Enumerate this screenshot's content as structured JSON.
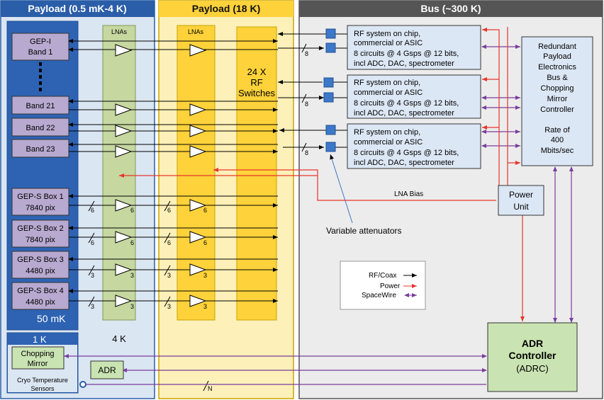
{
  "panels": {
    "payload_cold": "Payload (0.5 mK-4 K)",
    "payload_18k": "Payload (18 K)",
    "bus": "Bus (~300 K)"
  },
  "temps": {
    "t50mk": "50 mK",
    "t4k": "4 K",
    "t1k": "1 K"
  },
  "lna_headers": [
    "LNAs",
    "LNAs"
  ],
  "gep_i": {
    "band1_line1": "GEP-I",
    "band1_line2": "Band 1",
    "bands": [
      "Band 21",
      "Band 22",
      "Band 23"
    ]
  },
  "gep_s": [
    {
      "line1": "GEP-S Box 1",
      "line2": "7840 pix",
      "count": "6"
    },
    {
      "line1": "GEP-S Box 2",
      "line2": "7840 pix",
      "count": "6"
    },
    {
      "line1": "GEP-S Box 3",
      "line2": "4480 pix",
      "count": "3"
    },
    {
      "line1": "GEP-S Box 4",
      "line2": "4480 pix",
      "count": "3"
    }
  ],
  "rf_switches": [
    "24 X",
    "RF",
    "Switches"
  ],
  "rfsoc": [
    "RF system on chip,",
    "commercial or ASIC",
    "8 circuits @ 4 Gsps @ 12 bits,",
    "incl ADC, DAC, spectrometer"
  ],
  "bus_count_8": "8",
  "redundant": [
    "Redundant",
    "Payload",
    "Electronics",
    "Bus &",
    "Chopping",
    "Mirror",
    "Controller",
    "",
    "Rate of",
    "400",
    "Mbits/sec"
  ],
  "power_unit": [
    "Power",
    "Unit"
  ],
  "lna_bias": "LNA Bias",
  "variable_attenuators": "Variable attenuators",
  "legend": {
    "rf": "RF/Coax",
    "power": "Power",
    "spacewire": "SpaceWire"
  },
  "adr_controller": [
    "ADR",
    "Controller",
    "(ADRC)"
  ],
  "chopping_mirror": [
    "Chopping",
    "Mirror"
  ],
  "adr": "ADR",
  "cryo_sensors": [
    "Cryo Temperature",
    "Sensors"
  ],
  "n_label": "N",
  "colors": {
    "blue_panel": "#2b5ea8",
    "blue_dark": "#1f4f96",
    "light_blue": "#dbe6f3",
    "yellow_light": "#fdf0b8",
    "yellow": "#fdd23a",
    "gray_dark": "#555555",
    "gray_light": "#ececec",
    "lna_green": "#c6d7a0",
    "purple_box": "#b7a9cf",
    "rfsoc_blue": "#dce7f5",
    "adr_green": "#c9e3b2",
    "power_red": "#e8362b",
    "spacewire_purple": "#7a3e9d",
    "attenuator_blue": "#3d78c8"
  }
}
